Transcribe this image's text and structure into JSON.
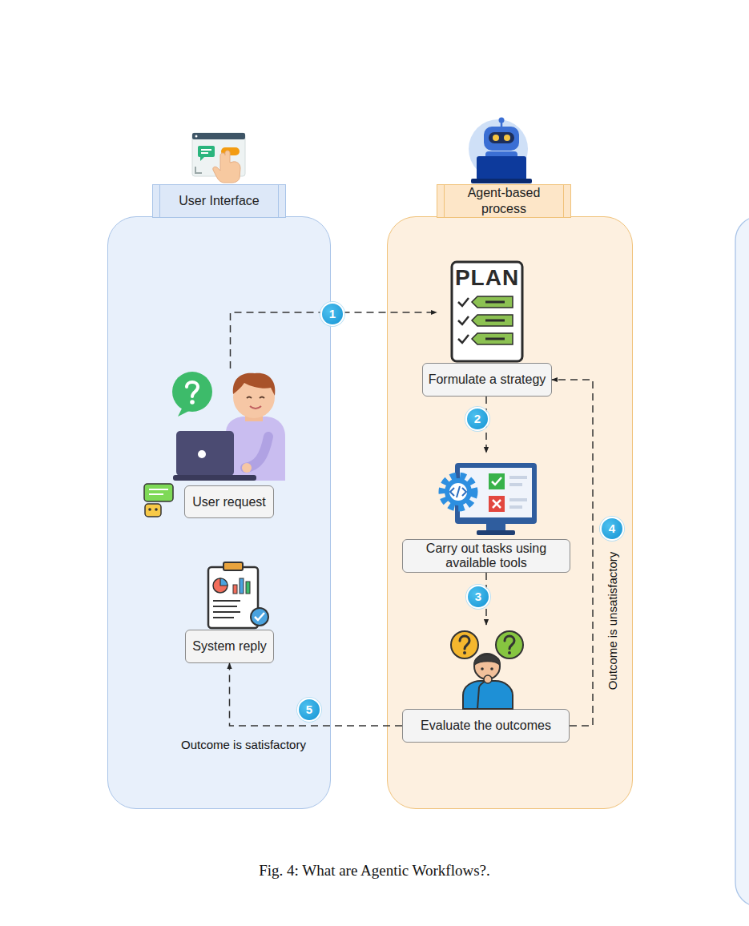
{
  "diagram": {
    "caption": "Fig. 4: What are Agentic Workflows?.",
    "nodes": [
      {
        "text": [
          "User Interface"
        ]
      },
      {
        "text": [
          "User request"
        ],
        "in": 0
      },
      {
        "text": [
          "System reply"
        ],
        "in": 0
      },
      {
        "text": [
          "Agent-based process"
        ]
      },
      {
        "text": [
          "Formulate a strategy"
        ],
        "in": 3
      },
      {
        "text": [
          "Carry out tasks using available tools"
        ],
        "in": 3
      },
      {
        "text": [
          "Evaluate the outcomes"
        ],
        "in": 3
      }
    ],
    "edges": [
      {
        "from": 1,
        "to": 4,
        "arrow": "to",
        "label": "1"
      },
      {
        "from": 4,
        "to": 5,
        "arrow": "to",
        "label": "2"
      },
      {
        "from": 5,
        "to": 6,
        "arrow": "to",
        "label": "3"
      },
      {
        "from": 6,
        "to": 4,
        "arrow": "to",
        "label": "4"
      },
      {
        "from": 6,
        "to": 2,
        "arrow": "to",
        "label": "5"
      }
    ],
    "labels": [
      "PLAN",
      "Outcome is unsatisfactory",
      "Outcome is satisfactory"
    ]
  }
}
